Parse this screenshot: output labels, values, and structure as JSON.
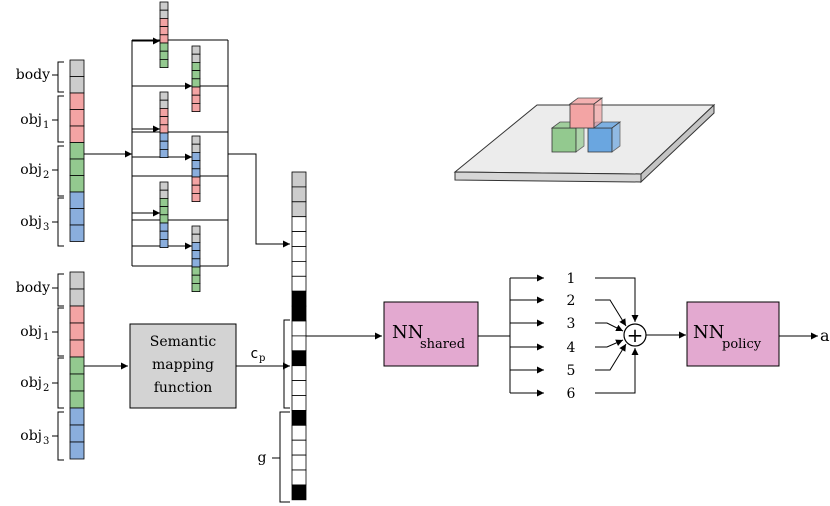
{
  "colors": {
    "gray": "#cccccc",
    "red": "#f3a4a4",
    "green": "#93c98f",
    "blue": "#8aaedd",
    "nn_fill": "#e3a9d0",
    "mapping_fill": "#d3d3d3",
    "black": "#000000",
    "white": "#ffffff"
  },
  "top_input": {
    "labels": {
      "body": "body",
      "obj1_base": "obj",
      "obj1_sub": "1",
      "obj2_base": "obj",
      "obj2_sub": "2",
      "obj3_base": "obj",
      "obj3_sub": "3"
    }
  },
  "bottom_input": {
    "labels": {
      "body": "body",
      "obj1_base": "obj",
      "obj1_sub": "1",
      "obj2_base": "obj",
      "obj2_sub": "2",
      "obj3_base": "obj",
      "obj3_sub": "3"
    }
  },
  "mapping": {
    "line1": "Semantic",
    "line2": "mapping",
    "line3": "function"
  },
  "cp_label": {
    "base": "c",
    "sub": "p"
  },
  "g_label": "g",
  "nn_shared": {
    "base": "NN",
    "sub": "shared"
  },
  "nn_policy": {
    "base": "NN",
    "sub": "policy"
  },
  "branches": [
    "1",
    "2",
    "3",
    "4",
    "5",
    "6"
  ],
  "sum_symbol": "+",
  "output_label": "a",
  "scene": {
    "cube_colors": [
      "#93c98f",
      "#6aa6e0",
      "#f3a4a4"
    ]
  }
}
